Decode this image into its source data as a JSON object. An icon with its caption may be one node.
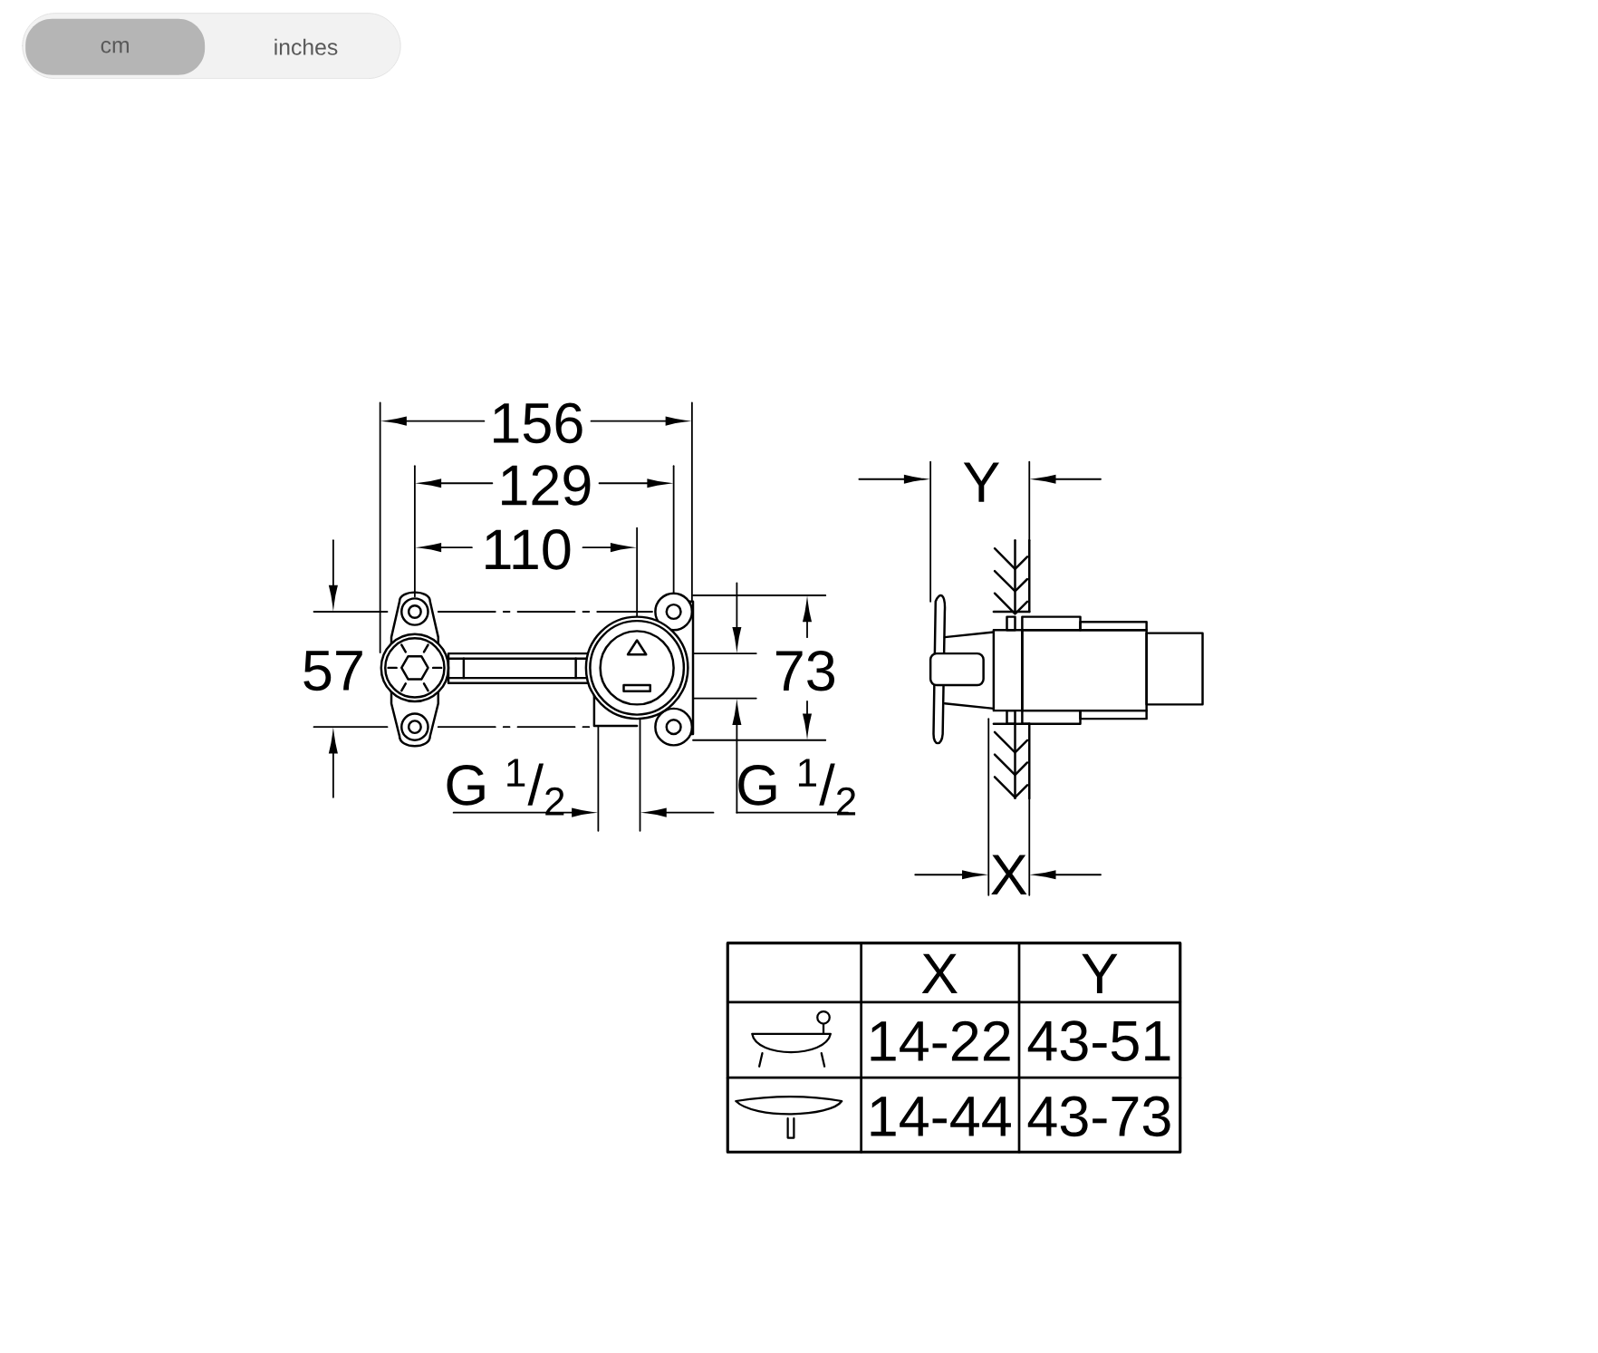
{
  "diagram": {
    "nodes": [
      {
        "text": [
          "cm"
        ]
      },
      {
        "text": [
          "inches"
        ]
      }
    ],
    "labels": [
      "156",
      "129",
      "110",
      "Y",
      "57",
      "73",
      "G $^{1}$/$_{2}$",
      "G $^{1}$/$_{2}$",
      "X",
      "X",
      "Y",
      "14-22",
      "43-51",
      "14-44",
      "43-73"
    ]
  }
}
